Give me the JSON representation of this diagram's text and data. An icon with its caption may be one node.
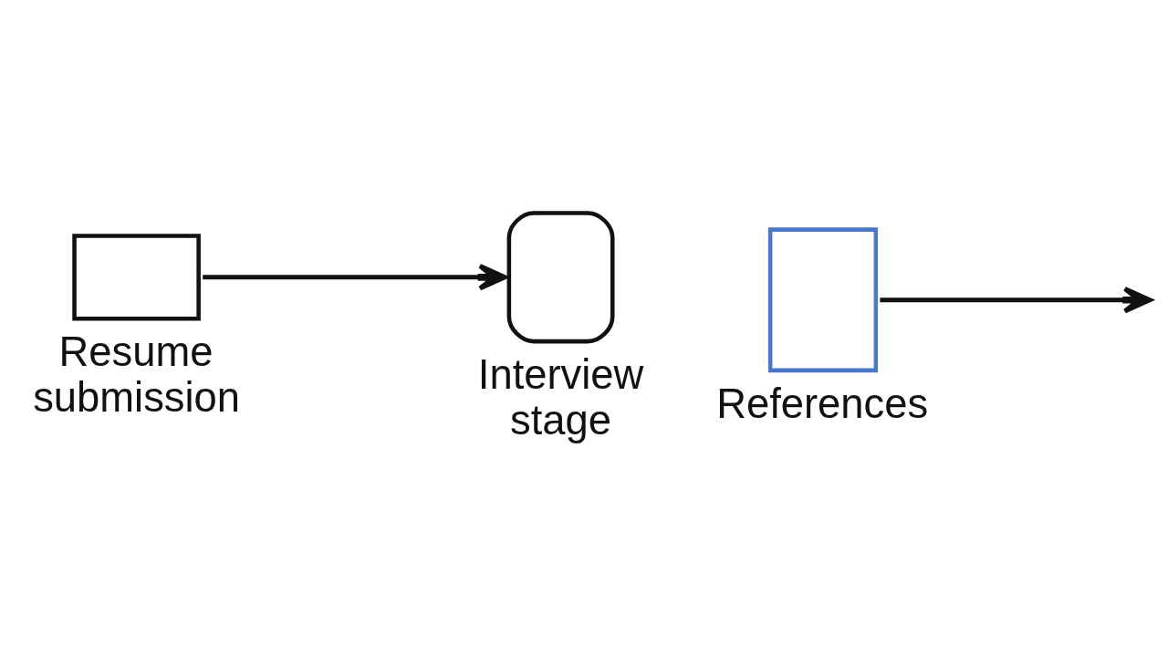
{
  "diagram": {
    "nodes": [
      {
        "text": [
          "Resume submission"
        ]
      },
      {
        "text": [
          "Interview stage"
        ]
      },
      {
        "text": [
          "References"
        ]
      }
    ],
    "edges": [
      {
        "from": 0,
        "to": 1,
        "arrow": "to"
      },
      {
        "from": 2,
        "to": null,
        "arrow": "to"
      }
    ]
  }
}
